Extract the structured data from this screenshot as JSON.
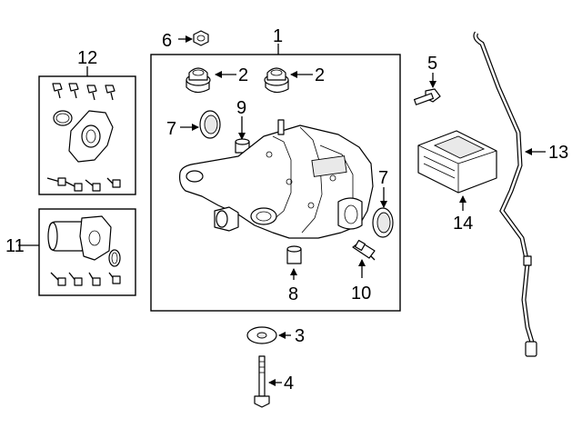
{
  "diagram": {
    "callouts": {
      "c1": "1",
      "c2a": "2",
      "c2b": "2",
      "c3": "3",
      "c4": "4",
      "c5": "5",
      "c6": "6",
      "c7a": "7",
      "c7b": "7",
      "c8": "8",
      "c9": "9",
      "c10": "10",
      "c11": "11",
      "c12": "12",
      "c13": "13",
      "c14": "14"
    }
  }
}
